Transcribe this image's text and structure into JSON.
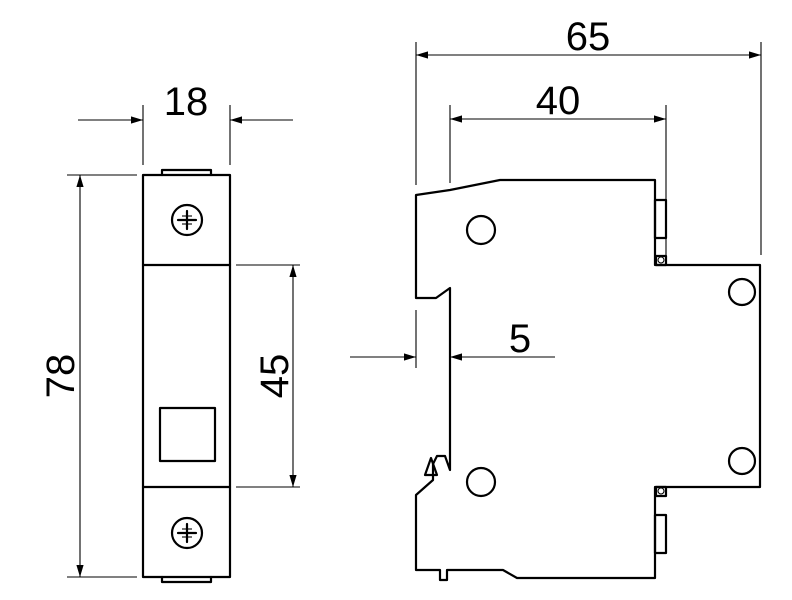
{
  "dimensions": {
    "overall_depth": "65",
    "front_depth": "40",
    "offset": "5",
    "width": "18",
    "height": "78",
    "window_height": "45"
  }
}
